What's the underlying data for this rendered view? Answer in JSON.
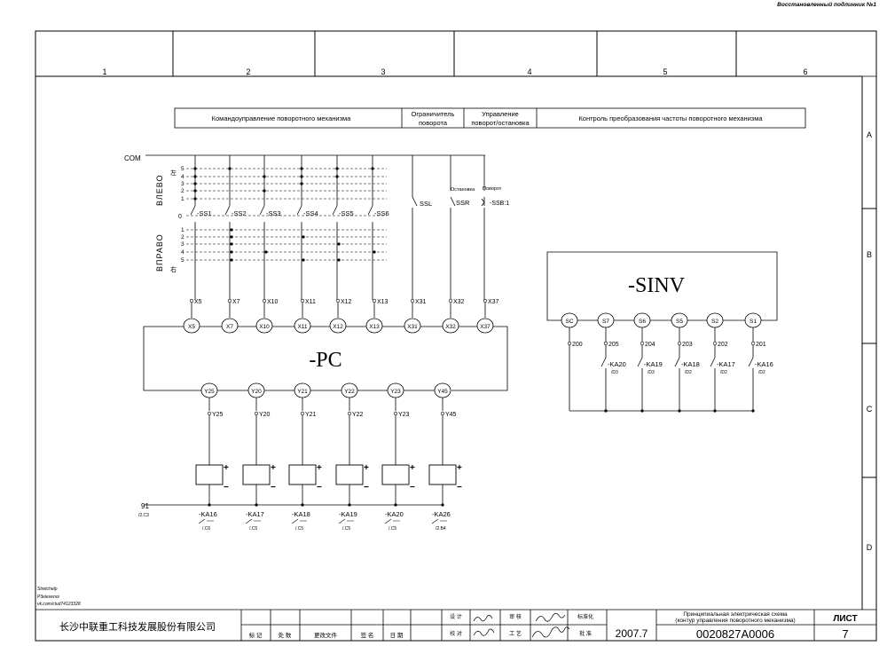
{
  "header": {
    "note": "Восстановленный подлинник №1"
  },
  "frame": {
    "columns": [
      "1",
      "2",
      "3",
      "4",
      "5",
      "6"
    ],
    "rows": [
      "A",
      "B",
      "C",
      "D"
    ]
  },
  "sections": {
    "command": "Командоуправление поворотного механизма",
    "limiter_1": "Ограничитель",
    "limiter_2": "поворота",
    "control_1": "Управление",
    "control_2": "поворот/остановка",
    "frequency": "Контроль преобразования частоты поворотного механизма"
  },
  "schematic": {
    "com": "COM",
    "left_label": "ВЛЕВО",
    "right_label": "ВПРАВО",
    "left_positions": [
      "5",
      "4",
      "3",
      "2",
      "1"
    ],
    "zero": "0",
    "right_positions": [
      "1",
      "2",
      "3",
      "4",
      "5"
    ],
    "switches": [
      "-SS1",
      "-SS2",
      "-SS3",
      "-SS4",
      "-SS5",
      "-SS6"
    ],
    "ssl": "SSL",
    "ssr": "SSR",
    "ssb": "-SSB:1",
    "stop_label": "Остановка",
    "turn_label": "Поворот",
    "wire_labels": [
      "X5",
      "X7",
      "X10",
      "X11",
      "X12",
      "X13",
      "X31",
      "X32",
      "X37"
    ],
    "pc_inputs": [
      "X5",
      "X7",
      "X10",
      "X11",
      "X12",
      "X13",
      "X31",
      "X32",
      "X37"
    ],
    "pc_label": "-PC",
    "pc_outputs": [
      "Y25",
      "Y20",
      "Y21",
      "Y22",
      "Y23",
      "Y45"
    ],
    "output_wires": [
      "Y25",
      "Y20",
      "Y21",
      "Y22",
      "Y23",
      "Y45"
    ],
    "coil_plus": "+",
    "coil_minus": "−",
    "common": "91",
    "common_ref": "/2.C3",
    "relays": [
      "-KA16",
      "-KA17",
      "-KA18",
      "-KA19",
      "-KA20",
      "-KA26"
    ],
    "relay_refs": [
      "/.C6",
      "/.C5",
      "/.C5",
      "/.C5",
      "/.C5",
      "/2.B4"
    ]
  },
  "inverter": {
    "label": "-SINV",
    "terminals": [
      "SC",
      "S7",
      "S6",
      "S5",
      "S2",
      "S1"
    ],
    "wires": [
      "200",
      "205",
      "204",
      "203",
      "202",
      "201"
    ],
    "contacts": [
      "-KA20",
      "-KA19",
      "-KA18",
      "-KA17",
      "-KA16"
    ],
    "contact_refs": [
      "/D3",
      "/D3",
      "/D2",
      "/D2",
      "/D2"
    ]
  },
  "title_block": {
    "company": "长沙中联重工科技发展股份有限公司",
    "description_1": "Принципиальная электрическая схема",
    "description_2": "(контур управления поворотного механизма)",
    "doc_number": "0020827A0006",
    "year": "2007.7",
    "sheet_label": "ЛИСТ",
    "sheet_number": "7",
    "sig_labels": [
      "标 记",
      "处 数",
      "更改文件",
      "签 名",
      "日 期"
    ],
    "approve_labels": [
      "设 计",
      "校 对",
      "审 核",
      "工 艺",
      "标准化",
      "批 准"
    ],
    "stamp_lines": [
      "Stretchelp",
      "P3elevenoi",
      "vk.com/clud74123328"
    ]
  }
}
